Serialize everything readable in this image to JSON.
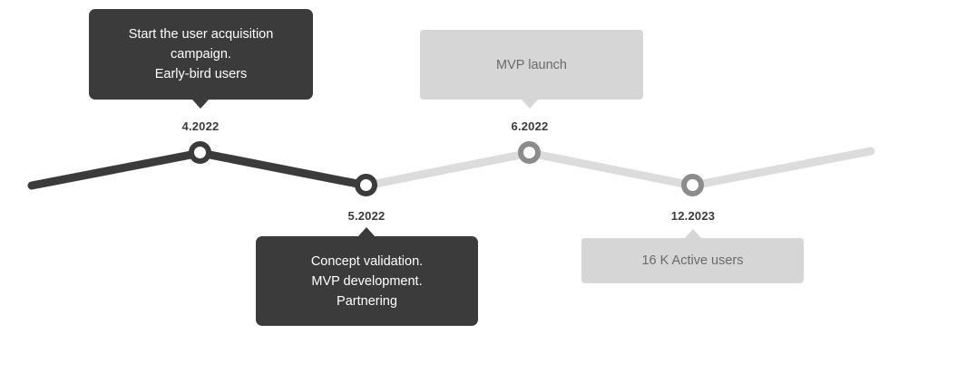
{
  "colors": {
    "background": "#ffffff",
    "dark": "#3b3b3b",
    "light_gray": "#d6d6d6",
    "node_gray": "#8c8c8c",
    "line_light": "#dcdcdc",
    "text_on_dark": "#ffffff",
    "text_on_gray": "#6a6a6a",
    "date_text": "#3b3b3b"
  },
  "milestones": [
    {
      "id": "milestone-1",
      "date": "4.2022",
      "card_text": "Start the user acquisition campaign.\nEarly-bird users",
      "card_style": "dark",
      "card_position": "above",
      "node_style": "dark"
    },
    {
      "id": "milestone-2",
      "date": "5.2022",
      "card_text": "Concept validation.\nMVP development.\nPartnering",
      "card_style": "dark",
      "card_position": "below",
      "node_style": "dark"
    },
    {
      "id": "milestone-3",
      "date": "6.2022",
      "card_text": "MVP launch",
      "card_style": "gray",
      "card_position": "above",
      "node_style": "gray"
    },
    {
      "id": "milestone-4",
      "date": "12.2023",
      "card_text": "16 K Active users",
      "card_style": "gray",
      "card_position": "below",
      "node_style": "gray"
    }
  ]
}
